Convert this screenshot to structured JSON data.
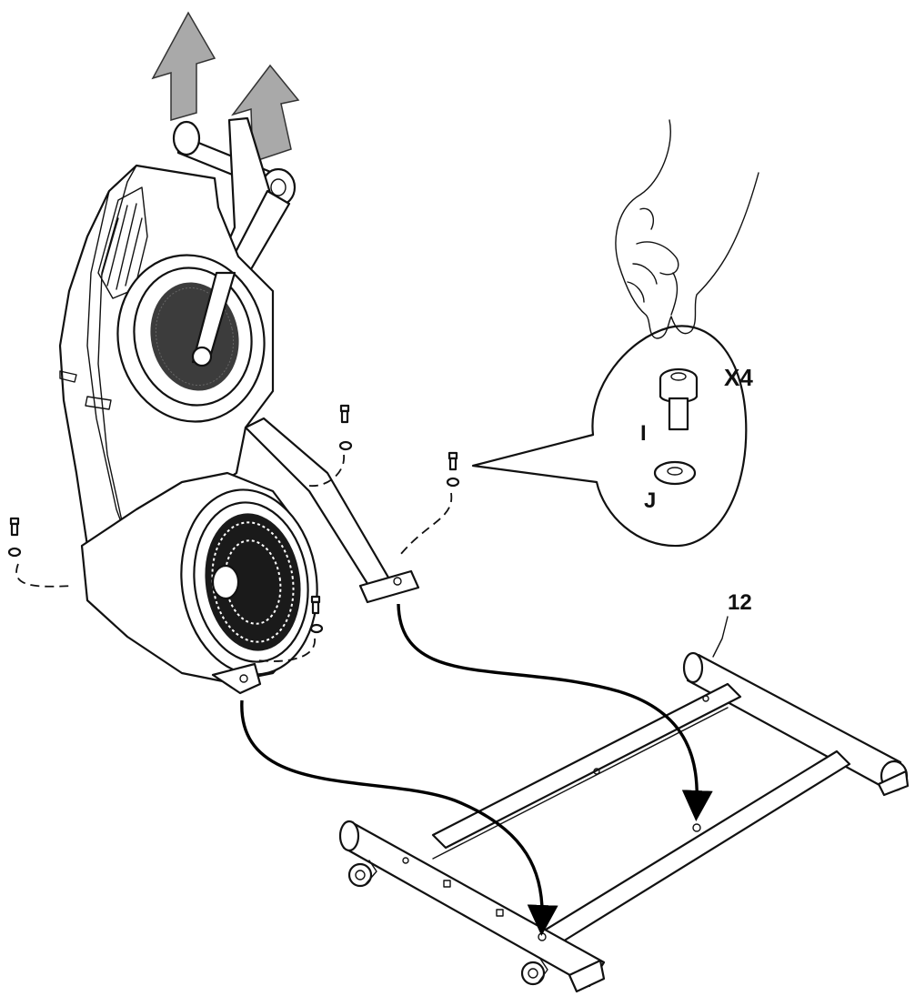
{
  "figure": {
    "quantity_label": "X4",
    "part_bolt_label": "I",
    "part_washer_label": "J",
    "frame_part_label": "12"
  },
  "icons": {
    "lift_arrows": "up-arrow-icon",
    "hand": "hand-icon",
    "bolt": "bolt-icon",
    "washer": "washer-icon"
  },
  "colors": {
    "line": "#111111",
    "lift_arrow_fill": "#a9a9a9",
    "background": "#ffffff"
  }
}
